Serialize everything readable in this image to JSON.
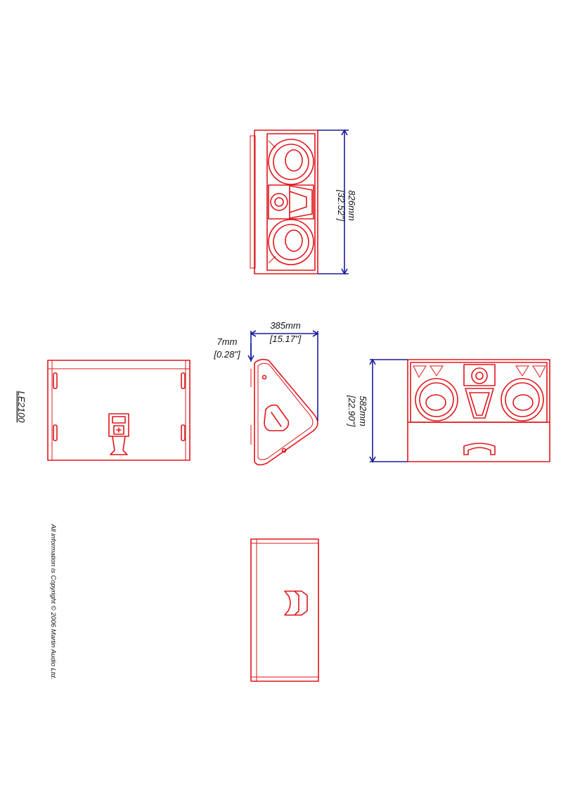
{
  "model": "LE2100",
  "copyright": "All information is Copyright © 2006 Martin Audio Ltd.",
  "dimensions": {
    "height_mm": "826mm",
    "height_in": "[32.52\"]",
    "depth_mm": "385mm",
    "depth_in": "[15.17\"]",
    "offset_mm": "7mm",
    "offset_in": "[0.28\"]",
    "width_mm": "582mm",
    "width_in": "[22.90\"]"
  },
  "colors": {
    "drawing": "#e0161b",
    "dimension": "#1c1c9e"
  }
}
